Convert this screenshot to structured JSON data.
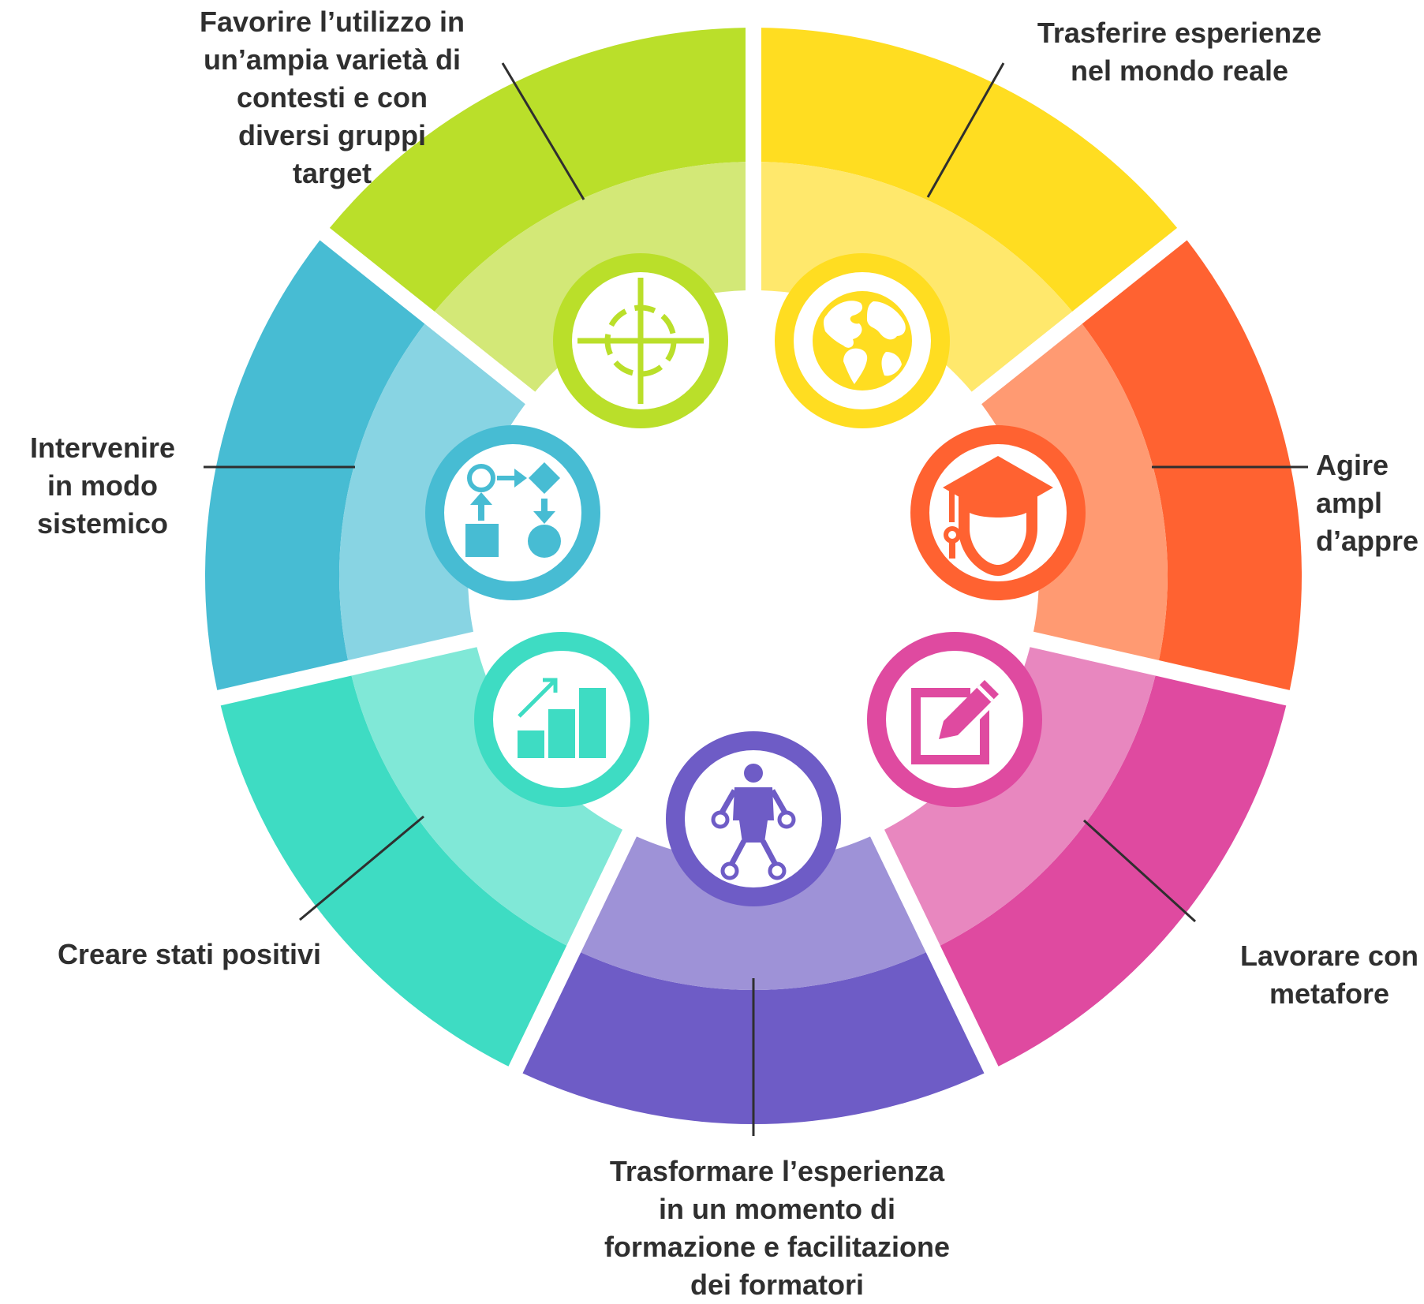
{
  "segments": [
    {
      "key": "target",
      "label": "Favorire l’utilizzo in\nun’ampia varietà di\ncontesti e con\ndiversi gruppi\ntarget",
      "icon": "crosshair-target-icon",
      "outer_color": "#BADF2A",
      "inner_color": "#D3E877"
    },
    {
      "key": "reale",
      "label": "Trasferire esperienze\nnel mondo reale",
      "icon": "globe-icon",
      "outer_color": "#FFDD21",
      "inner_color": "#FFE86C"
    },
    {
      "key": "apprendimento",
      "label": "Agire\nampl\nd’appre",
      "icon": "graduate-student-icon",
      "outer_color": "#FF6231",
      "inner_color": "#FF9A72"
    },
    {
      "key": "metafore",
      "label": "Lavorare con\nmetafore",
      "icon": "edit-pencil-icon",
      "outer_color": "#DF4AA0",
      "inner_color": "#E887BF"
    },
    {
      "key": "formazione",
      "label": "Trasformare l’esperienza\nin un momento di\nformazione e facilitazione\ndei formatori",
      "icon": "body-joints-icon",
      "outer_color": "#6E5CC6",
      "inner_color": "#9E92D7"
    },
    {
      "key": "positivi",
      "label": "Creare stati positivi",
      "icon": "growth-chart-icon",
      "outer_color": "#3EDCC3",
      "inner_color": "#80E8D7"
    },
    {
      "key": "sistemico",
      "label": "Intervenire\nin modo\nsistemico",
      "icon": "flowchart-icon",
      "outer_color": "#47BCD3",
      "inner_color": "#88D4E3"
    }
  ]
}
